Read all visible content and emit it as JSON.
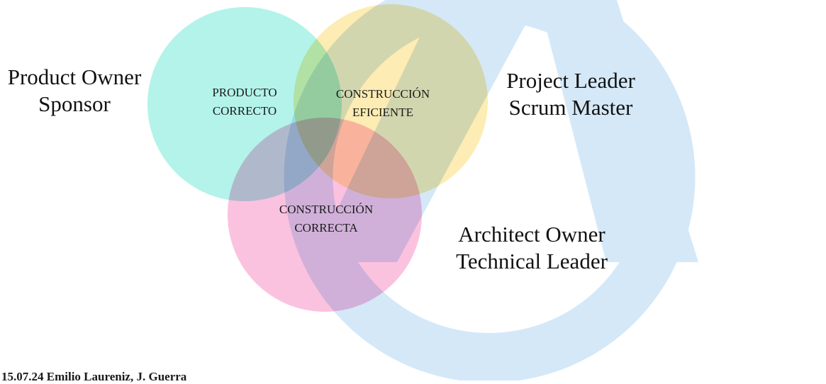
{
  "diagram": {
    "roles": {
      "product": [
        "Product Owner",
        "Sponsor"
      ],
      "project": [
        "Project Leader",
        "Scrum Master"
      ],
      "architect": [
        "Architect Owner",
        "Technical Leader"
      ]
    },
    "areas": {
      "producto": [
        "PRODUCTO",
        "CORRECTO"
      ],
      "eficiente": [
        "CONSTRUCCIÓN",
        "EFICIENTE"
      ],
      "correcta": [
        "CONSTRUCCIÓN",
        "CORRECTA"
      ]
    },
    "colors": {
      "circle_teal": "#b3f3ea",
      "circle_yellow": "#fdecb3",
      "circle_pink": "#fbc2df",
      "watermark_blue": "#d4e8f8"
    }
  },
  "footer": {
    "text": "15.07.24 Emilio Laureniz, J. Guerra"
  }
}
